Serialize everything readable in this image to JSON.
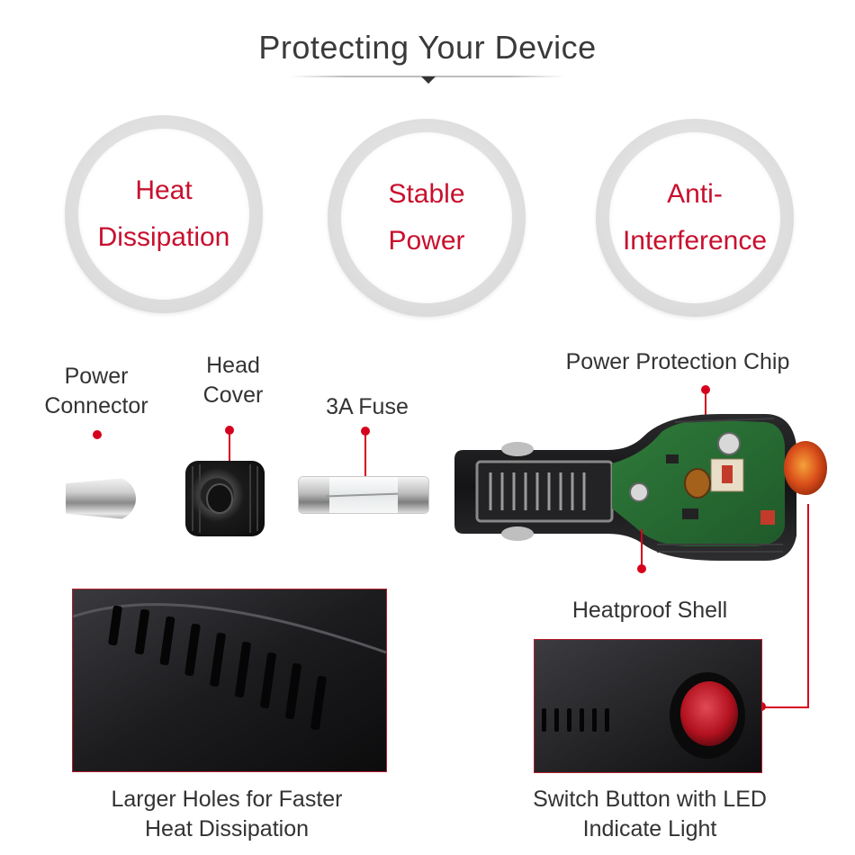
{
  "header": {
    "title": "Protecting Your Device"
  },
  "features": [
    {
      "line1": "Heat",
      "line2": "Dissipation"
    },
    {
      "line1": "Stable",
      "line2": "Power"
    },
    {
      "line1": "Anti-",
      "line2": "Interference"
    }
  ],
  "components": {
    "power_connector": {
      "line1": "Power",
      "line2": "Connector"
    },
    "head_cover": {
      "line1": "Head",
      "line2": "Cover"
    },
    "fuse": "3A Fuse",
    "power_protection_chip": "Power Protection Chip",
    "heatproof_shell": "Heatproof Shell"
  },
  "captions": {
    "left": {
      "line1": "Larger Holes for Faster",
      "line2": "Heat Dissipation"
    },
    "right": {
      "line1": "Switch Button with LED",
      "line2": "Indicate Light"
    }
  },
  "colors": {
    "accent": "#d6001c",
    "feature_text": "#c8102e",
    "text": "#333333"
  }
}
